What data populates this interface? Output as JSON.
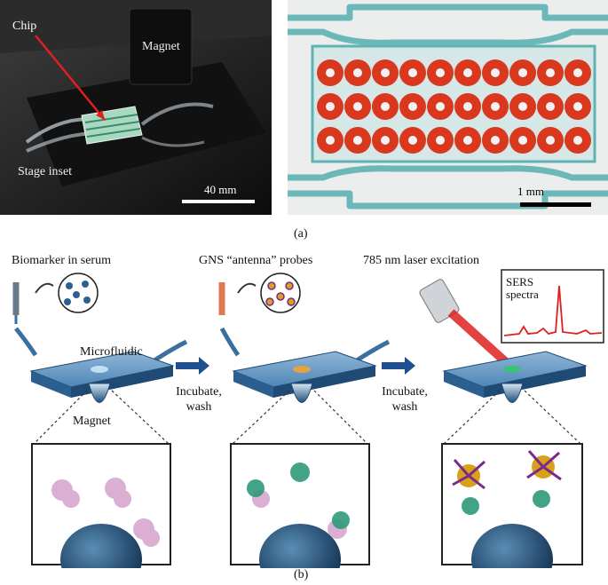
{
  "panel_a": {
    "label": "(a)",
    "left_photo": {
      "chip_label": "Chip",
      "magnet_label": "Magnet",
      "stage_label": "Stage inset",
      "scale_label": "40 mm"
    },
    "right_photo": {
      "scale_label": "1 mm"
    }
  },
  "panel_b": {
    "label": "(b)",
    "step1_title": "Biomarker in serum",
    "step2_title": "GNS “antenna” probes",
    "step3_title": "785 nm laser excitation",
    "microfluidic_label": "Microfluidic",
    "magnet_label": "Magnet",
    "arrow1_text": [
      "Incubate,",
      "wash"
    ],
    "arrow2_text": [
      "Incubate,",
      "wash"
    ],
    "spectra_label": [
      "SERS",
      "spectra"
    ]
  },
  "colors": {
    "chip_arrow": "#e02020",
    "teal_channel": "#5fb3b3",
    "red_magnet": "#d9381e",
    "device_blue": "#2e6fa0",
    "process_arrow": "#1d4f91",
    "laser": "#e02020"
  }
}
